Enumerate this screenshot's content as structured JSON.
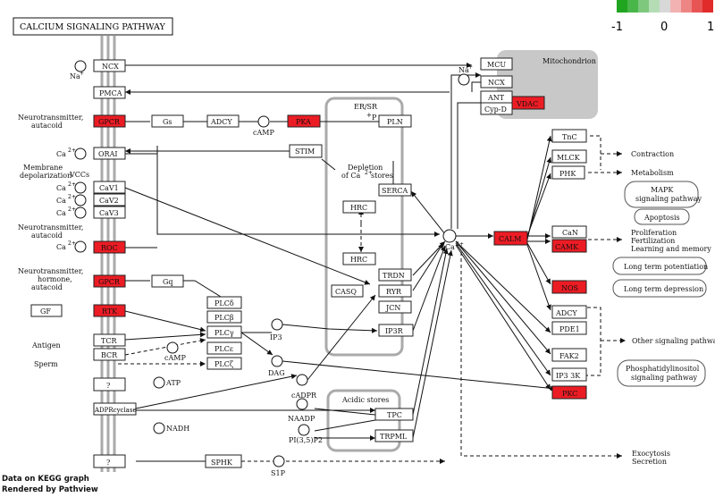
{
  "title": "CALCIUM SIGNALING PATHWAY",
  "legend": {
    "min": "-1",
    "mid": "0",
    "max": "1",
    "colors": [
      "#1fa51f",
      "#49b649",
      "#7ec87e",
      "#b5ddb5",
      "#d8d8d8",
      "#f2b2b2",
      "#ee8585",
      "#e85555",
      "#e12b2b"
    ]
  },
  "compartments": {
    "mito": "Mitochondrion",
    "er": "ER/SR",
    "acidic": "Acidic stores"
  },
  "genes": {
    "NCX": "NCX",
    "PMCA": "PMCA",
    "GPCR": "GPCR",
    "Gs": "Gs",
    "ADCY": "ADCY",
    "PKA": "PKA",
    "PLN": "PLN",
    "ORAI": "ORAI",
    "STIM": "STIM",
    "CaV1": "CaV1",
    "CaV2": "CaV2",
    "CaV3": "CaV3",
    "SERCA": "SERCA",
    "HRC": "HRC",
    "ROC": "ROC",
    "Gq": "Gq",
    "PLCd": "PLCδ",
    "PLCb": "PLCβ",
    "PLCg": "PLCγ",
    "PLCe": "PLCε",
    "PLCz": "PLCζ",
    "RTK": "RTK",
    "TCR": "TCR",
    "BCR": "BCR",
    "TRDN": "TRDN",
    "CASQ": "CASQ",
    "RYR": "RYR",
    "JCN": "JCN",
    "IP3R": "IP3R",
    "TPC": "TPC",
    "TRPML": "TRPML",
    "MCU": "MCU",
    "ANT": "ANT",
    "CypD": "Cyp-D",
    "VDAC": "VDAC",
    "TnC": "TnC",
    "MLCK": "MLCK",
    "PHK": "PHK",
    "CALM": "CALM",
    "CaN": "CaN",
    "CAMK": "CAMK",
    "NOS": "NOS",
    "PDE1": "PDE1",
    "FAK2": "FAK2",
    "IP3_3K": "IP3 3K",
    "PKC": "PKC",
    "SPHK": "SPHK",
    "ADPRcyclase": "ADPRcyclase",
    "q": "?"
  },
  "inputs": {
    "nt1a": "Neurotransmitter,",
    "nt1b": "autacoid",
    "md1": "Membrane",
    "md2": "depolarization",
    "nt2a": "Neurotransmitter,",
    "nt2b": "autacoid",
    "nt3a": "Neurotransmitter,",
    "nt3b": "hormone,",
    "nt3c": "autacoid",
    "gf": "GF",
    "antigen": "Antigen",
    "sperm": "Sperm",
    "vccs": "VCCs",
    "na": "Na",
    "ca": "Ca",
    "plus": "+",
    "twoplus": "2+"
  },
  "metabolites": {
    "camp": "cAMP",
    "ip3": "IP3",
    "dag": "DAG",
    "cadpr": "cADPR",
    "naadp": "NAADP",
    "atp": "ATP",
    "nadh": "NADH",
    "pi35p2": "PI(3,5)P2",
    "s1p": "S1P",
    "depl1": "Depletion",
    "depl2": "of Ca",
    "depl3": "stores",
    "pi": "P",
    "ca2": "Ca"
  },
  "outputs": {
    "contraction": "Contraction",
    "metabolism": "Metabolism",
    "mapk1": "MAPK",
    "mapk2": "signaling pathway",
    "apoptosis": "Apoptosis",
    "prolif": "Proliferation",
    "fert": "Fertilization",
    "learn": "Learning and memory",
    "ltp": "Long term potentiation",
    "ltd": "Long term depression",
    "other": "Other signaling pathways",
    "pi3k1": "Phosphatidylinositol",
    "pi3k2": "signaling pathway",
    "exo": "Exocytosis",
    "secr": "Secretion"
  },
  "footer": {
    "line1": "Data on KEGG graph",
    "line2": "Rendered by Pathview"
  }
}
